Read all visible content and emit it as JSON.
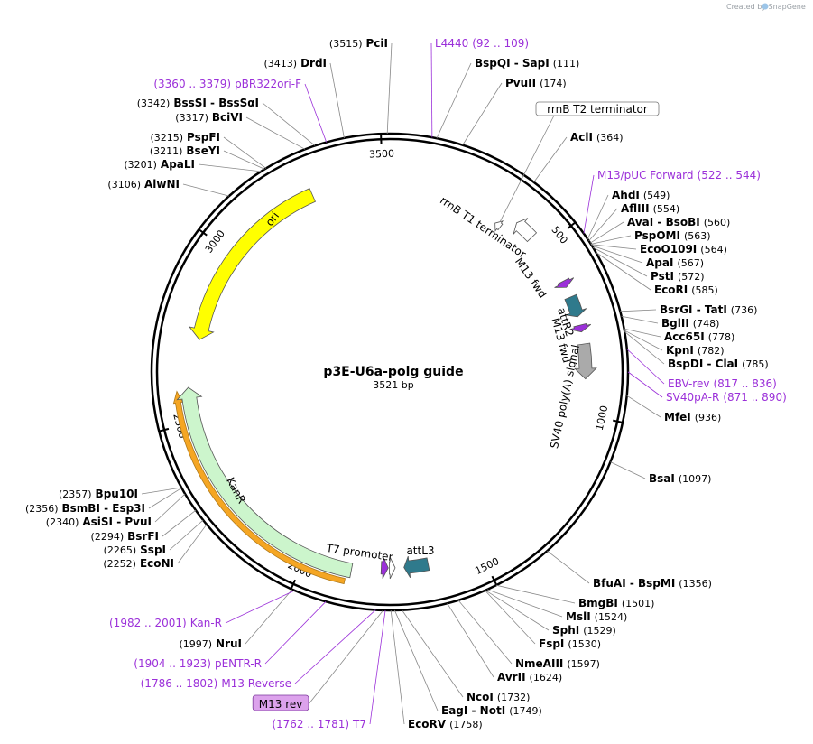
{
  "credit": "Created by SnapGene",
  "plasmid": {
    "name": "p3E-U6a-polg guide",
    "length": 3521,
    "length_label": "3521 bp"
  },
  "ticks": [
    {
      "pos": 500,
      "label": "500"
    },
    {
      "pos": 1000,
      "label": "1000"
    },
    {
      "pos": 1500,
      "label": "1500"
    },
    {
      "pos": 2000,
      "label": "2000"
    },
    {
      "pos": 2500,
      "label": "2500"
    },
    {
      "pos": 3000,
      "label": "3000"
    },
    {
      "pos": 3500,
      "label": "3500"
    }
  ],
  "features": [
    {
      "name": "ori",
      "start": 2735,
      "end": 3290,
      "dir": -1,
      "color": "#ffff00",
      "label_inside": true
    },
    {
      "name": "KanR",
      "start": 1868,
      "end": 2598,
      "dir": 1,
      "color": "#ccf5cc",
      "label_inside": true
    },
    {
      "name": "attL3",
      "start": 1650,
      "end": 1720,
      "dir": 1,
      "color": "#2f7a8c"
    },
    {
      "name": "attR2",
      "start": 660,
      "end": 720,
      "dir": 1,
      "color": "#2f7a8c"
    },
    {
      "name": "SV40 poly(A) signal",
      "start": 800,
      "end": 900,
      "dir": 1,
      "color": "#aaaaaa"
    },
    {
      "name": "rrnB T1 terminator",
      "start": 395,
      "end": 455,
      "dir": -1,
      "color": "#ffffff"
    },
    {
      "name": "rrnB T2 terminator",
      "start": 345,
      "end": 365,
      "dir": -1,
      "color": "#ffffff"
    },
    {
      "name": "M13 fwd",
      "start": 610,
      "end": 630,
      "dir": 1,
      "color": "#9b30d9"
    },
    {
      "name": "M13 fwd",
      "start": 745,
      "end": 765,
      "dir": 1,
      "color": "#9b30d9"
    },
    {
      "name": "T7 promoter",
      "start": 1765,
      "end": 1785,
      "dir": -1,
      "color": "#9b30d9"
    },
    {
      "name": "T7 promoter",
      "start": 1745,
      "end": 1762,
      "dir": -1,
      "color": "#ffffff"
    }
  ],
  "orange_feature": {
    "start": 1880,
    "end": 2590
  },
  "sites": [
    {
      "name": "PciI",
      "pos_label": "(3515)",
      "pos": 3515,
      "side": "left"
    },
    {
      "name": "DrdI",
      "pos_label": "(3413)",
      "pos": 3413,
      "side": "left"
    },
    {
      "name": "pBR322ori-F",
      "pos_label": "(3360 .. 3379)",
      "pos": 3370,
      "side": "left",
      "primer": true
    },
    {
      "name": "BssSI - BssSαI",
      "pos_label": "(3342)",
      "pos": 3342,
      "side": "left"
    },
    {
      "name": "BciVI",
      "pos_label": "(3317)",
      "pos": 3317,
      "side": "left"
    },
    {
      "name": "PspFI",
      "pos_label": "(3215)",
      "pos": 3215,
      "side": "left"
    },
    {
      "name": "BseYI",
      "pos_label": "(3211)",
      "pos": 3211,
      "side": "left"
    },
    {
      "name": "ApaLI",
      "pos_label": "(3201)",
      "pos": 3201,
      "side": "left"
    },
    {
      "name": "AlwNI",
      "pos_label": "(3106)",
      "pos": 3106,
      "side": "left"
    },
    {
      "name": "L4440",
      "pos_label": "(92 .. 109)",
      "pos": 100,
      "side": "right",
      "primer": true
    },
    {
      "name": "BspQI - SapI",
      "pos_label": "(111)",
      "pos": 111,
      "side": "right"
    },
    {
      "name": "PvuII",
      "pos_label": "(174)",
      "pos": 174,
      "side": "right"
    },
    {
      "name": "AclI",
      "pos_label": "(364)",
      "pos": 364,
      "side": "right"
    },
    {
      "name": "M13/pUC Forward",
      "pos_label": "(522 .. 544)",
      "pos": 533,
      "side": "right",
      "primer": true
    },
    {
      "name": "AhdI",
      "pos_label": "(549)",
      "pos": 549,
      "side": "right"
    },
    {
      "name": "AflIII",
      "pos_label": "(554)",
      "pos": 554,
      "side": "right"
    },
    {
      "name": "AvaI - BsoBI",
      "pos_label": "(560)",
      "pos": 560,
      "side": "right"
    },
    {
      "name": "PspOMI",
      "pos_label": "(563)",
      "pos": 563,
      "side": "right"
    },
    {
      "name": "EcoO109I",
      "pos_label": "(564)",
      "pos": 564,
      "side": "right"
    },
    {
      "name": "ApaI",
      "pos_label": "(567)",
      "pos": 567,
      "side": "right"
    },
    {
      "name": "PstI",
      "pos_label": "(572)",
      "pos": 572,
      "side": "right"
    },
    {
      "name": "EcoRI",
      "pos_label": "(585)",
      "pos": 585,
      "side": "right"
    },
    {
      "name": "BsrGI - TatI",
      "pos_label": "(736)",
      "pos": 736,
      "side": "right"
    },
    {
      "name": "BglII",
      "pos_label": "(748)",
      "pos": 748,
      "side": "right"
    },
    {
      "name": "Acc65I",
      "pos_label": "(778)",
      "pos": 778,
      "side": "right"
    },
    {
      "name": "KpnI",
      "pos_label": "(782)",
      "pos": 782,
      "side": "right"
    },
    {
      "name": "BspDI - ClaI",
      "pos_label": "(785)",
      "pos": 785,
      "side": "right"
    },
    {
      "name": "EBV-rev",
      "pos_label": "(817 .. 836)",
      "pos": 826,
      "side": "right",
      "primer": true
    },
    {
      "name": "SV40pA-R",
      "pos_label": "(871 .. 890)",
      "pos": 880,
      "side": "right",
      "primer": true
    },
    {
      "name": "MfeI",
      "pos_label": "(936)",
      "pos": 936,
      "side": "right"
    },
    {
      "name": "BsaI",
      "pos_label": "(1097)",
      "pos": 1097,
      "side": "right"
    },
    {
      "name": "BfuAI - BspMI",
      "pos_label": "(1356)",
      "pos": 1356,
      "side": "right"
    },
    {
      "name": "BmgBI",
      "pos_label": "(1501)",
      "pos": 1501,
      "side": "right"
    },
    {
      "name": "MslI",
      "pos_label": "(1524)",
      "pos": 1524,
      "side": "right"
    },
    {
      "name": "SphI",
      "pos_label": "(1529)",
      "pos": 1529,
      "side": "right"
    },
    {
      "name": "FspI",
      "pos_label": "(1530)",
      "pos": 1530,
      "side": "right"
    },
    {
      "name": "NmeAIII",
      "pos_label": "(1597)",
      "pos": 1597,
      "side": "right"
    },
    {
      "name": "AvrII",
      "pos_label": "(1624)",
      "pos": 1624,
      "side": "right"
    },
    {
      "name": "NcoI",
      "pos_label": "(1732)",
      "pos": 1732,
      "side": "right"
    },
    {
      "name": "EagI - NotI",
      "pos_label": "(1749)",
      "pos": 1749,
      "side": "right"
    },
    {
      "name": "EcoRV",
      "pos_label": "(1758)",
      "pos": 1758,
      "side": "right"
    },
    {
      "name": "T7",
      "pos_label": "(1762 .. 1781)",
      "pos": 1771,
      "side": "left",
      "primer": true
    },
    {
      "name": "M13 rev",
      "pos_label": "",
      "pos": 1776,
      "side": "left",
      "boxed": true
    },
    {
      "name": "M13 Reverse",
      "pos_label": "(1786 .. 1802)",
      "pos": 1794,
      "side": "left",
      "primer": true
    },
    {
      "name": "pENTR-R",
      "pos_label": "(1904 .. 1923)",
      "pos": 1913,
      "side": "left",
      "primer": true
    },
    {
      "name": "NruI",
      "pos_label": "(1997)",
      "pos": 1997,
      "side": "left"
    },
    {
      "name": "Kan-R",
      "pos_label": "(1982 .. 2001)",
      "pos": 1991,
      "side": "left",
      "primer": true
    },
    {
      "name": "EcoNI",
      "pos_label": "(2252)",
      "pos": 2252,
      "side": "left"
    },
    {
      "name": "SspI",
      "pos_label": "(2265)",
      "pos": 2265,
      "side": "left"
    },
    {
      "name": "BsrFI",
      "pos_label": "(2294)",
      "pos": 2294,
      "side": "left"
    },
    {
      "name": "AsiSI - PvuI",
      "pos_label": "(2340)",
      "pos": 2340,
      "side": "left"
    },
    {
      "name": "BsmBI - Esp3I",
      "pos_label": "(2356)",
      "pos": 2356,
      "side": "left"
    },
    {
      "name": "Bpu10I",
      "pos_label": "(2357)",
      "pos": 2357,
      "side": "left"
    }
  ],
  "boxed_labels": [
    {
      "name": "rrnB T2 terminator"
    }
  ]
}
